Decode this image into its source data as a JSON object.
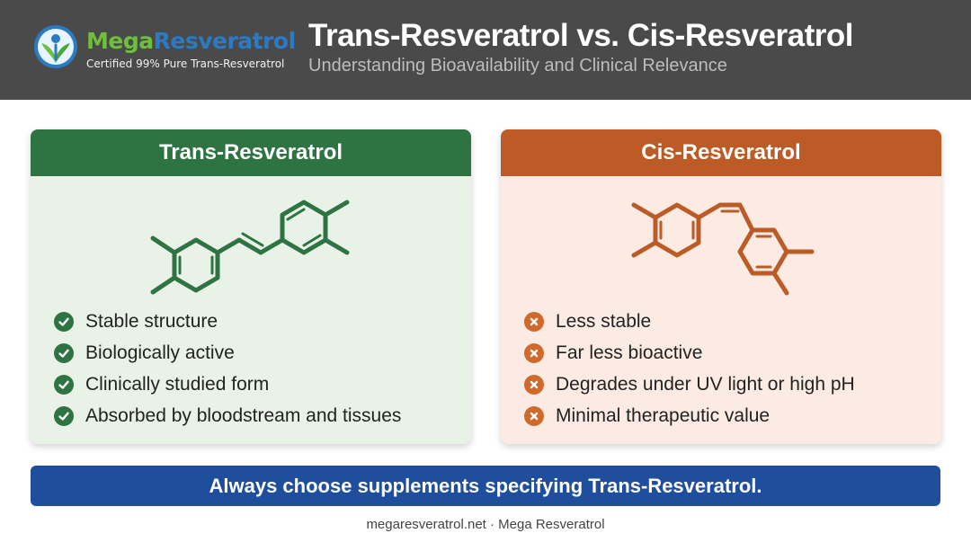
{
  "header": {
    "brand_part1": "Mega",
    "brand_part2": "Resveratrol",
    "tagline": "Certified 99% Pure Trans-Resveratrol",
    "title": "Trans-Resveratrol vs. Cis-Resveratrol",
    "subtitle": "Understanding Bioavailability and Clinical Relevance"
  },
  "trans_card": {
    "title": "Trans-Resveratrol",
    "icon": "check-circle-icon",
    "items": [
      "Stable structure",
      "Biologically active",
      "Clinically studied form",
      "Absorbed by bloodstream and tissues"
    ]
  },
  "cis_card": {
    "title": "Cis-Resveratrol",
    "icon": "x-circle-icon",
    "items": [
      "Less stable",
      "Far less bioactive",
      "Degrades under UV light or high pH",
      "Minimal therapeutic value"
    ]
  },
  "banner": {
    "text": "Always choose supplements specifying Trans-Resveratrol."
  },
  "footer": {
    "text": "megaresveratrol.net · Mega Resveratrol"
  },
  "colors": {
    "header_bg": "#4a4a4a",
    "trans_accent": "#2e7342",
    "cis_accent": "#bd5b26",
    "banner_bg": "#1f4e9c",
    "brand_green": "#6fbf3e",
    "brand_blue": "#2b7bc4"
  }
}
